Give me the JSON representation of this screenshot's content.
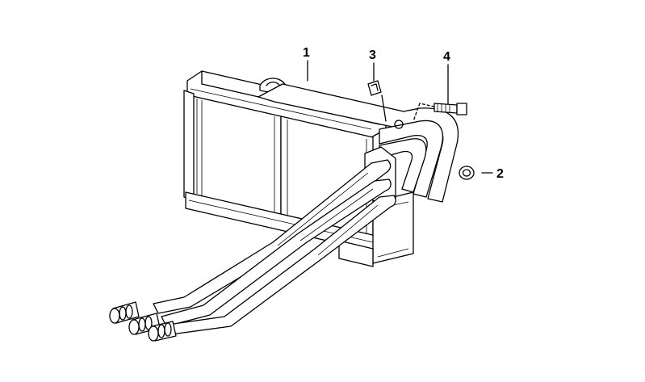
{
  "callouts": [
    {
      "label": "1",
      "part": "heater-core"
    },
    {
      "label": "2",
      "part": "o-ring"
    },
    {
      "label": "3",
      "part": "clip-nut"
    },
    {
      "label": "4",
      "part": "bolt"
    }
  ],
  "colors": {
    "line": "#000000",
    "background": "#ffffff"
  }
}
